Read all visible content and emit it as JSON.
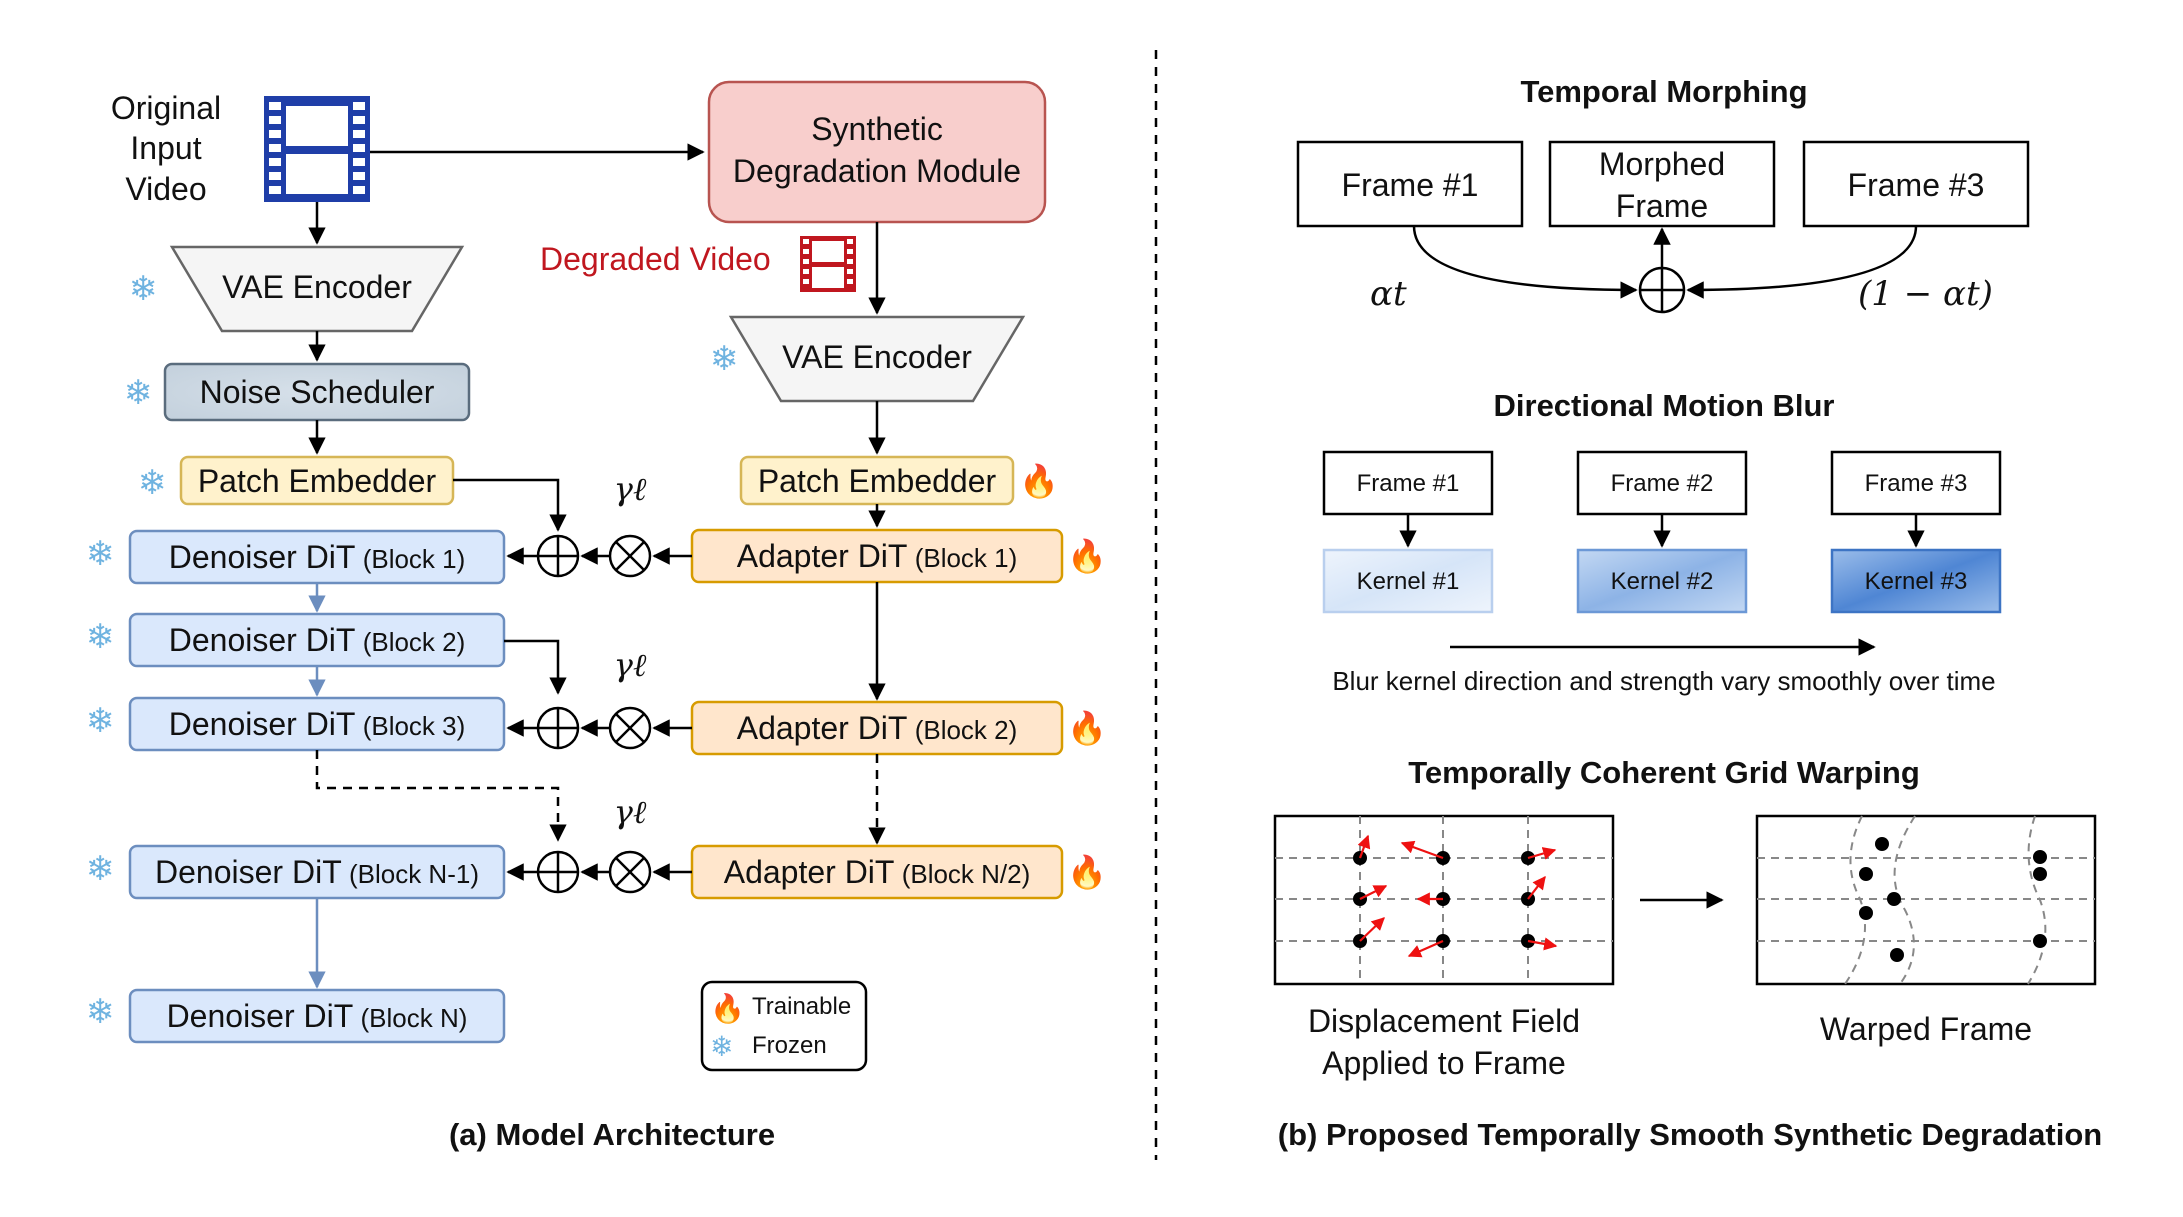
{
  "left_panel": {
    "input_label": [
      "Original",
      "Input",
      "Video"
    ],
    "synthetic_module": [
      "Synthetic",
      "Degradation Module"
    ],
    "degraded_label": "Degraded Video",
    "vae_left": "VAE Encoder",
    "vae_right": "VAE Encoder",
    "noise_scheduler": "Noise Scheduler",
    "patch_left": "Patch Embedder",
    "patch_right": "Patch Embedder",
    "denoiser_prefix": "Denoiser DiT",
    "denoiser_blocks": [
      "(Block 1)",
      "(Block 2)",
      "(Block 3)",
      "(Block N-1)",
      "(Block N)"
    ],
    "adapter_prefix": "Adapter DiT",
    "adapter_blocks": [
      "(Block 1)",
      "(Block 2)",
      "(Block N/2)"
    ],
    "gamma": "γℓ",
    "legend": {
      "trainable": "Trainable",
      "frozen": "Frozen"
    },
    "caption": "(a) Model Architecture"
  },
  "right_panel": {
    "morph": {
      "title": "Temporal Morphing",
      "frame1": "Frame #1",
      "morphed": [
        "Morphed",
        "Frame"
      ],
      "frame3": "Frame #3",
      "alpha": "αt",
      "one_minus_alpha": "(1 − αt)"
    },
    "blur": {
      "title": "Directional Motion Blur",
      "frames": [
        "Frame #1",
        "Frame #2",
        "Frame #3"
      ],
      "kernels": [
        "Kernel #1",
        "Kernel #2",
        "Kernel #3"
      ],
      "note": "Blur kernel direction and strength vary smoothly over time"
    },
    "warp": {
      "title": "Temporally Coherent Grid Warping",
      "left_caption": [
        "Displacement Field",
        "Applied to Frame"
      ],
      "right_caption": "Warped Frame"
    },
    "caption": "(b) Proposed Temporally Smooth Synthetic Degradation"
  },
  "colors": {
    "denoiser_fill": "#dae8fc",
    "denoiser_stroke": "#6c8ebf",
    "adapter_fill": "#ffe6cc",
    "adapter_stroke": "#d79b00",
    "patch_fill": "#fff2cc",
    "patch_stroke": "#d6b656",
    "synthetic_fill": "#f8cecc",
    "synthetic_stroke": "#b85450",
    "noise_fill": "#ced9e3",
    "noise_stroke": "#5a6c7d",
    "film_blue": "#1f3ea8",
    "film_red": "#c0171f"
  }
}
